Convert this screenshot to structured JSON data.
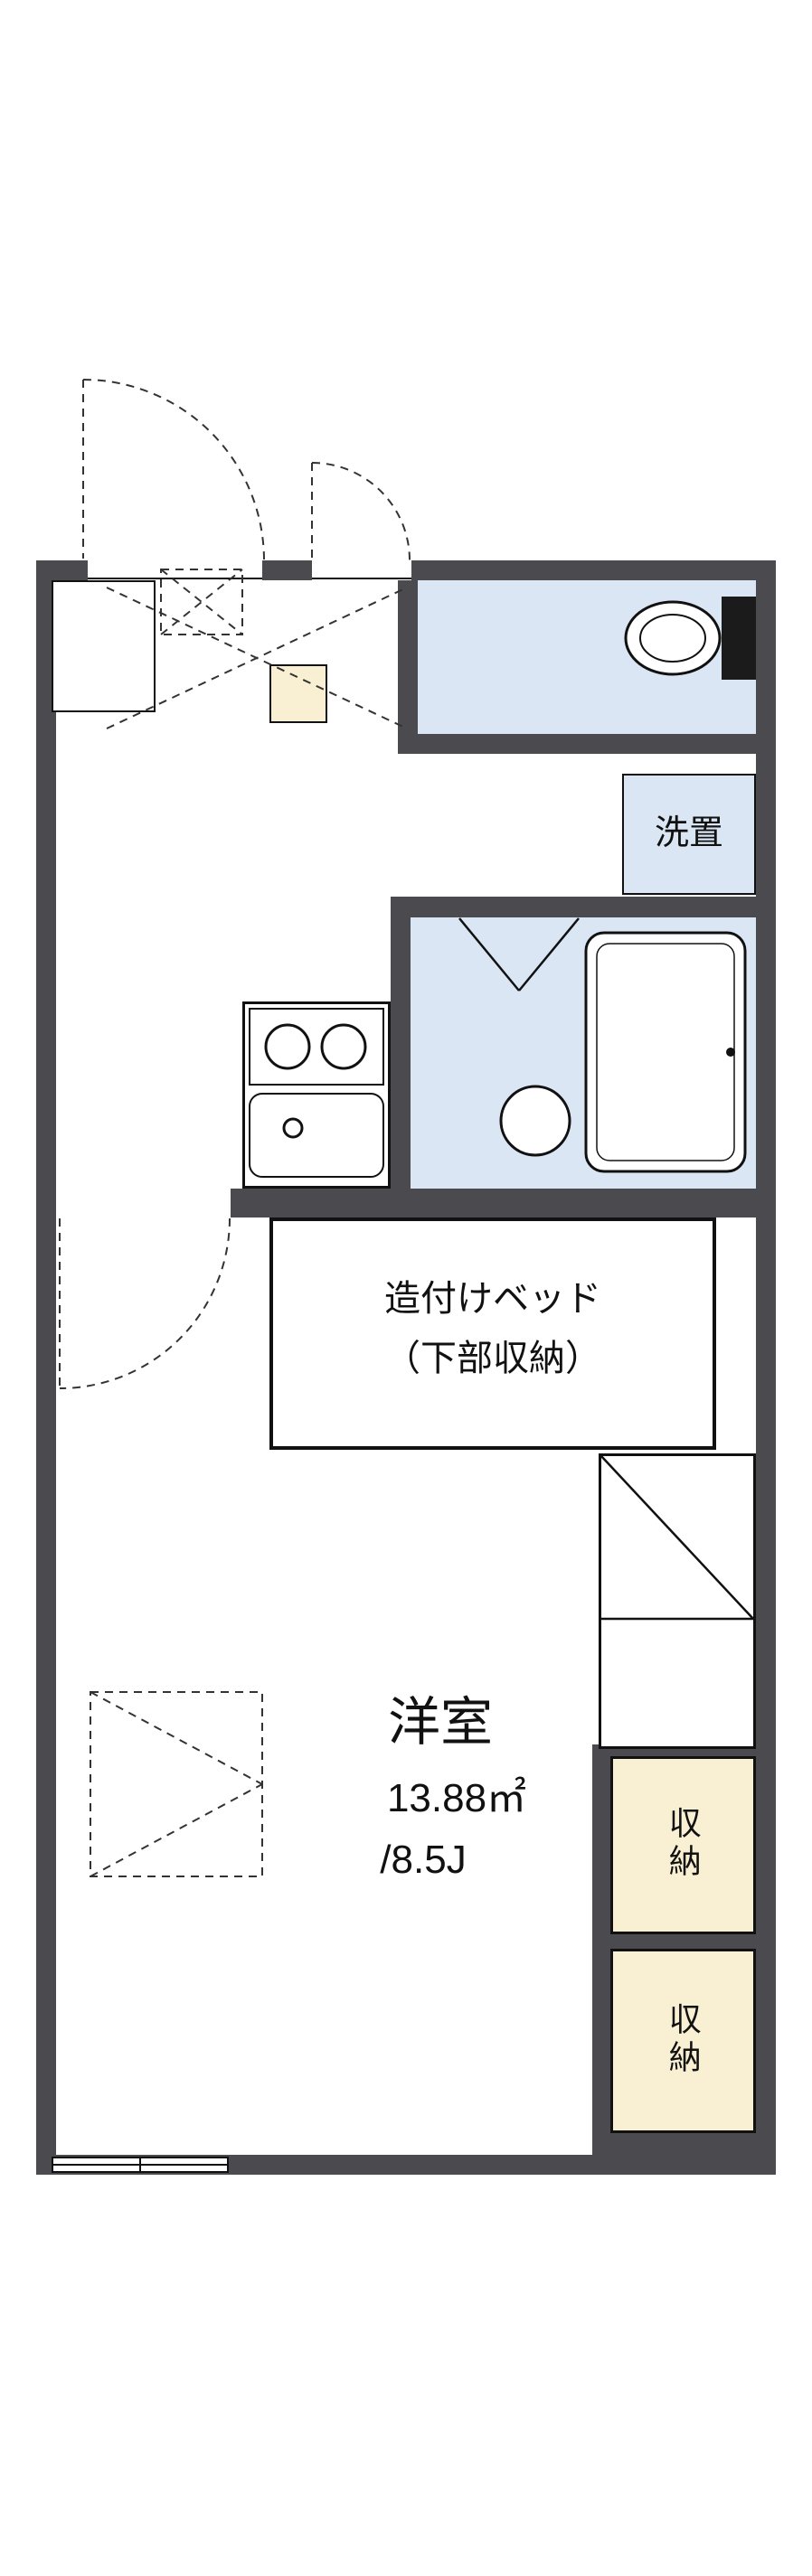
{
  "floorplan": {
    "labels": {
      "laundry": "洗置",
      "bed_line1": "造付けベッド",
      "bed_line2": "（下部収納）",
      "room_name": "洋室",
      "area_m2": "13.88㎡",
      "area_jo": "/8.5J",
      "storage_1": "収納",
      "storage_2": "収納"
    },
    "colors": {
      "wall": "#4b4b4f",
      "wet_area_fill": "#dbe6f5",
      "storage_fill": "#f9efd2",
      "line": "#111111",
      "background": "#ffffff"
    }
  }
}
